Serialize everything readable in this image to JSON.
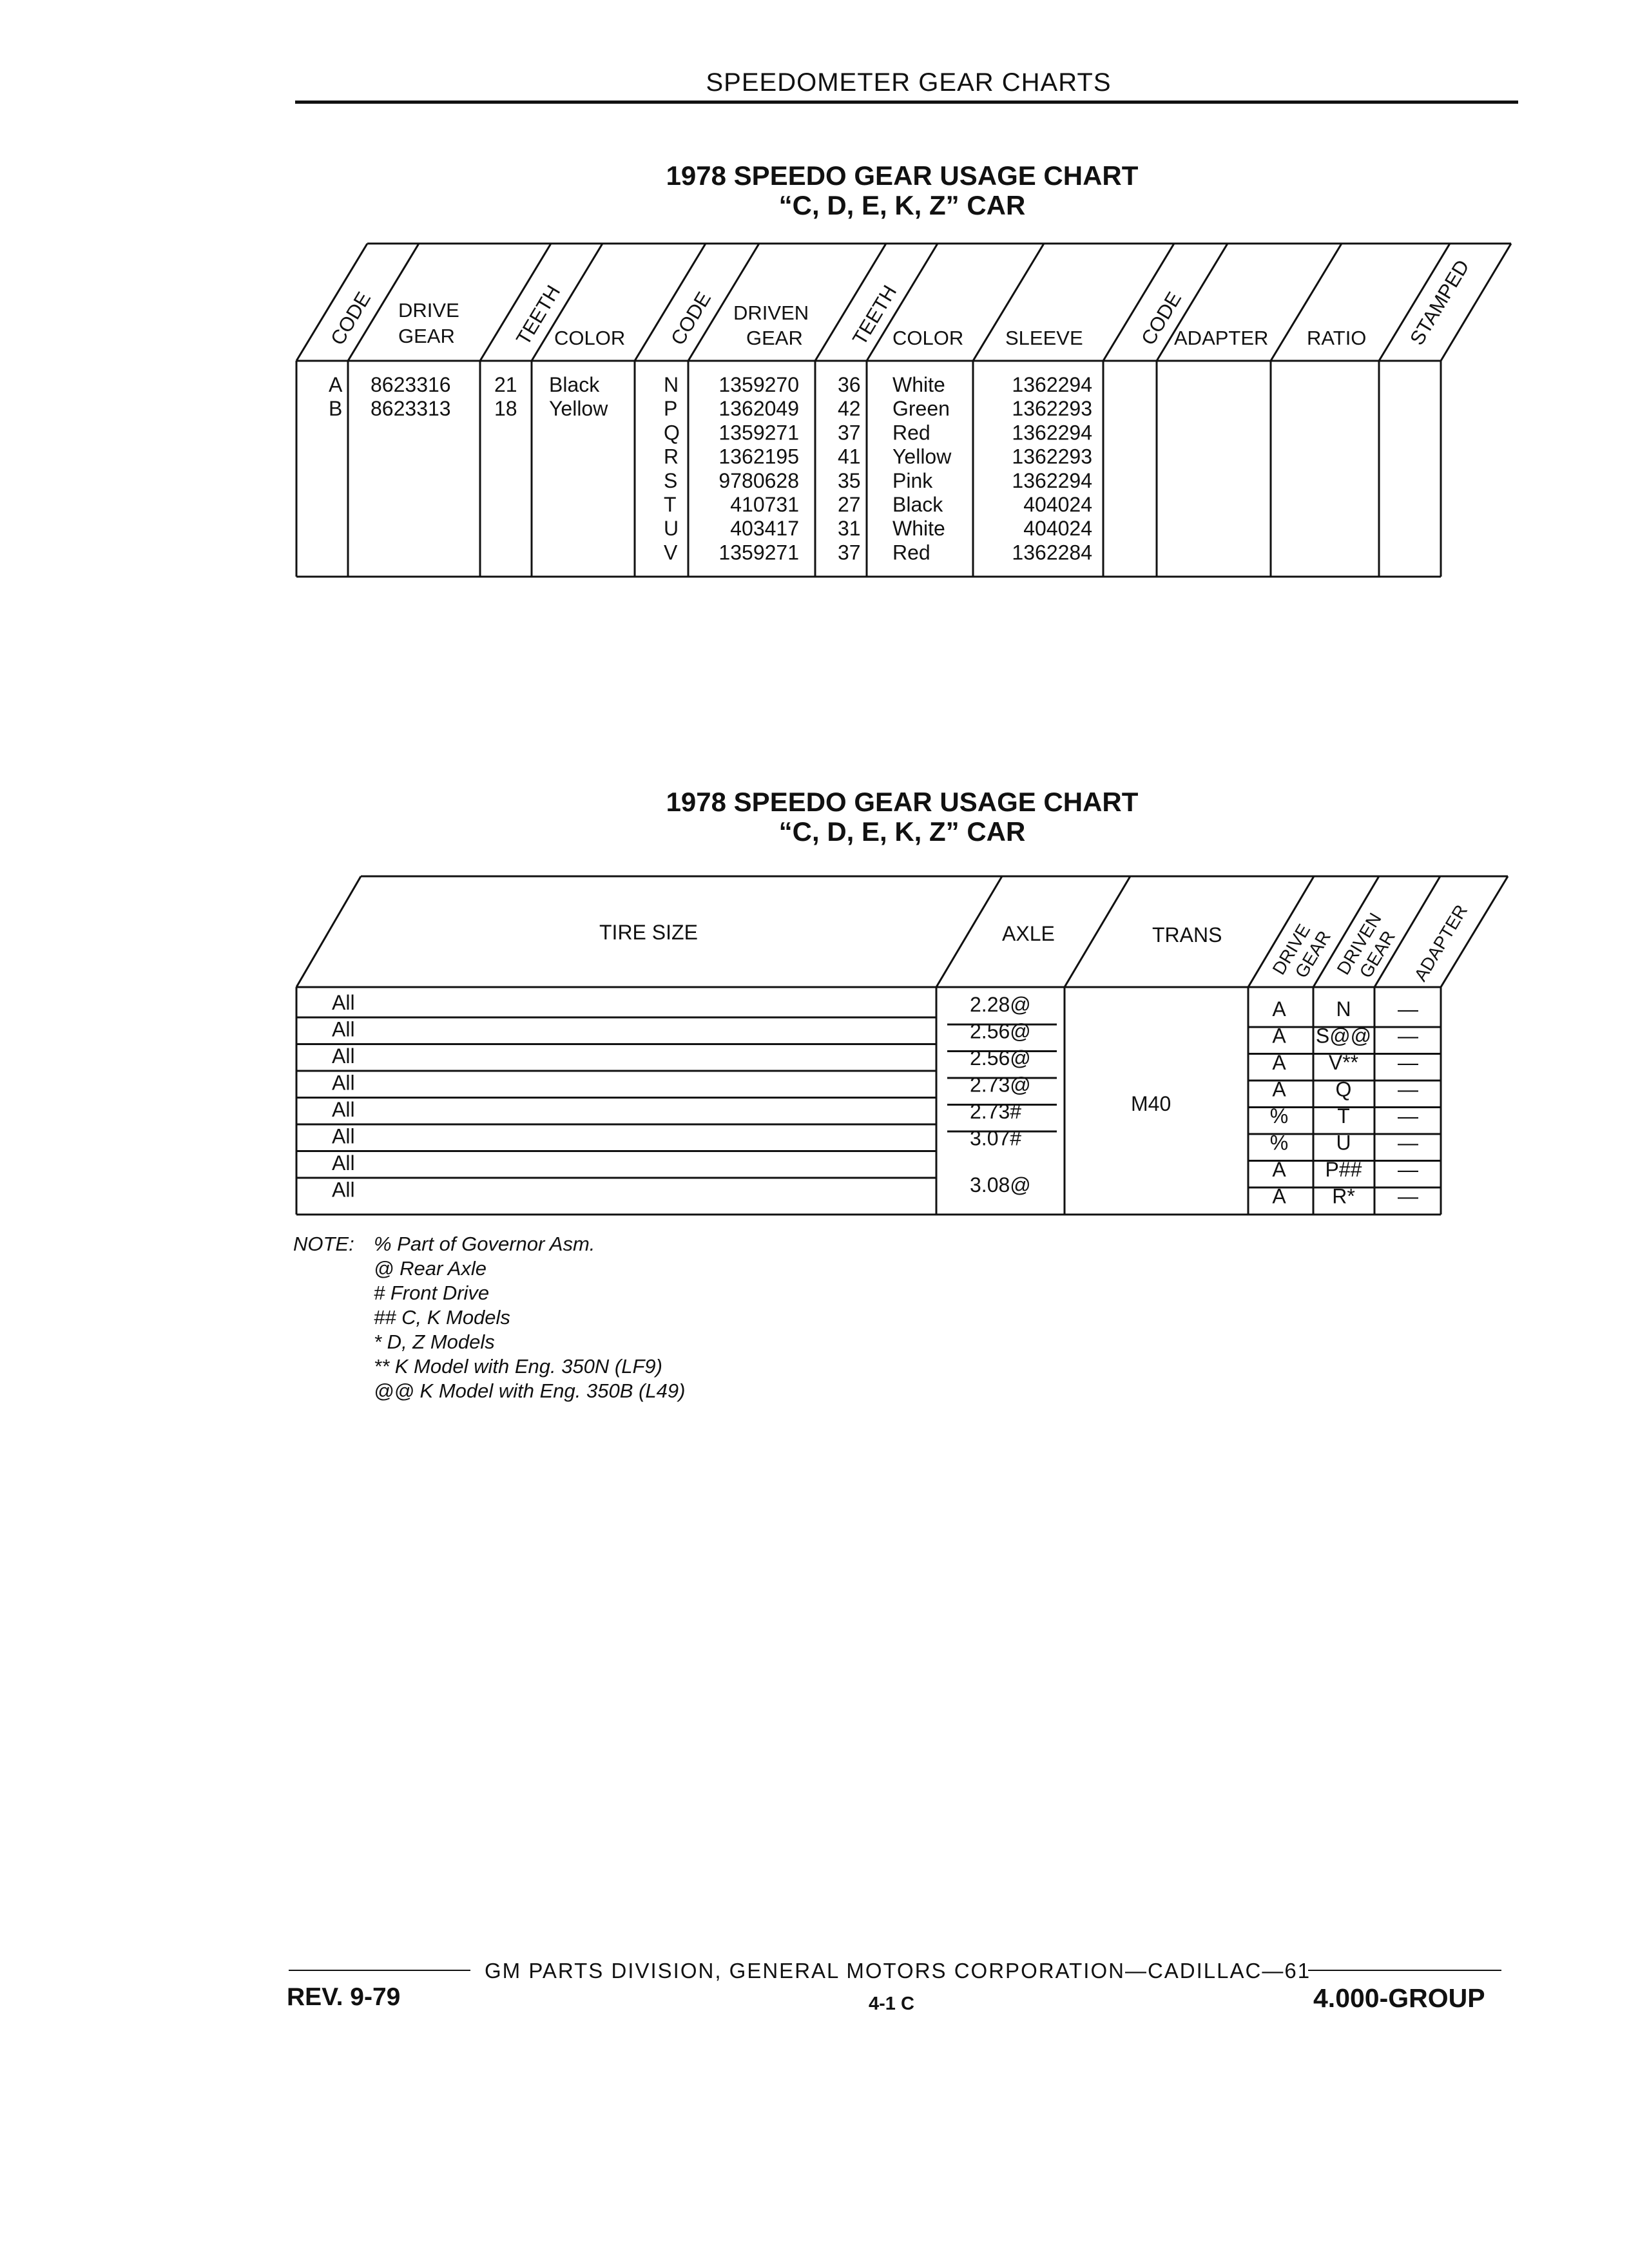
{
  "page": {
    "header": "SPEEDOMETER GEAR CHARTS",
    "footer": {
      "division": "GM PARTS DIVISION, GENERAL MOTORS CORPORATION—CADILLAC—61",
      "rev": "REV. 9-79",
      "page_number": "4-1 C",
      "group": "4.000-GROUP"
    }
  },
  "chart1": {
    "title_line1": "1978 SPEEDO GEAR USAGE CHART",
    "title_line2": "“C, D, E, K, Z” CAR",
    "headers": {
      "code": "CODE",
      "drive_gear_1": "DRIVE",
      "drive_gear_2": "GEAR",
      "teeth": "TEETH",
      "color": "COLOR",
      "code2": "CODE",
      "driven_gear_1": "DRIVEN",
      "driven_gear_2": "GEAR",
      "teeth2": "TEETH",
      "color2": "COLOR",
      "sleeve": "SLEEVE",
      "code3": "CODE",
      "adapter": "ADAPTER",
      "ratio": "RATIO",
      "stamped": "STAMPED"
    },
    "drive_rows": [
      {
        "code": "A",
        "gear": "8623316",
        "teeth": "21",
        "color": "Black"
      },
      {
        "code": "B",
        "gear": "8623313",
        "teeth": "18",
        "color": "Yellow"
      }
    ],
    "driven_rows": [
      {
        "code": "N",
        "gear": "1359270",
        "teeth": "36",
        "color": "White",
        "sleeve": "1362294"
      },
      {
        "code": "P",
        "gear": "1362049",
        "teeth": "42",
        "color": "Green",
        "sleeve": "1362293"
      },
      {
        "code": "Q",
        "gear": "1359271",
        "teeth": "37",
        "color": "Red",
        "sleeve": "1362294"
      },
      {
        "code": "R",
        "gear": "1362195",
        "teeth": "41",
        "color": "Yellow",
        "sleeve": "1362293"
      },
      {
        "code": "S",
        "gear": "9780628",
        "teeth": "35",
        "color": "Pink",
        "sleeve": "1362294"
      },
      {
        "code": "T",
        "gear": "410731",
        "teeth": "27",
        "color": "Black",
        "sleeve": "404024"
      },
      {
        "code": "U",
        "gear": "403417",
        "teeth": "31",
        "color": "White",
        "sleeve": "404024"
      },
      {
        "code": "V",
        "gear": "1359271",
        "teeth": "37",
        "color": "Red",
        "sleeve": "1362284"
      }
    ]
  },
  "chart2": {
    "title_line1": "1978 SPEEDO GEAR USAGE CHART",
    "title_line2": "“C, D, E, K, Z” CAR",
    "headers": {
      "tire_size": "TIRE SIZE",
      "axle": "AXLE",
      "trans": "TRANS",
      "drive_gear_1": "DRIVE",
      "drive_gear_2": "GEAR",
      "driven_gear_1": "DRIVEN",
      "driven_gear_2": "GEAR",
      "adapter": "ADAPTER"
    },
    "trans_value": "M40",
    "rows": [
      {
        "tire": "All",
        "axle": "2.28@",
        "drive": "A",
        "driven": "N",
        "adapter": "—"
      },
      {
        "tire": "All",
        "axle": "2.56@",
        "drive": "A",
        "driven": "S@@",
        "adapter": "—"
      },
      {
        "tire": "All",
        "axle": "2.56@",
        "drive": "A",
        "driven": "V**",
        "adapter": "—"
      },
      {
        "tire": "All",
        "axle": "2.73@",
        "drive": "A",
        "driven": "Q",
        "adapter": "—"
      },
      {
        "tire": "All",
        "axle": "2.73#",
        "drive": "%",
        "driven": "T",
        "adapter": "—"
      },
      {
        "tire": "All",
        "axle": "3.07#",
        "drive": "%",
        "driven": "U",
        "adapter": "—"
      },
      {
        "tire": "All",
        "axle": "3.08@",
        "drive": "A",
        "driven": "P##",
        "adapter": "—"
      },
      {
        "tire": "All",
        "axle": "",
        "drive": "A",
        "driven": "R*",
        "adapter": "—"
      }
    ]
  },
  "notes": {
    "label": "NOTE:",
    "lines": [
      "% Part of Governor Asm.",
      "@ Rear Axle",
      "# Front Drive",
      "## C, K Models",
      "* D, Z Models",
      "** K Model with Eng. 350N (LF9)",
      "@@ K Model with Eng. 350B (L49)"
    ]
  }
}
